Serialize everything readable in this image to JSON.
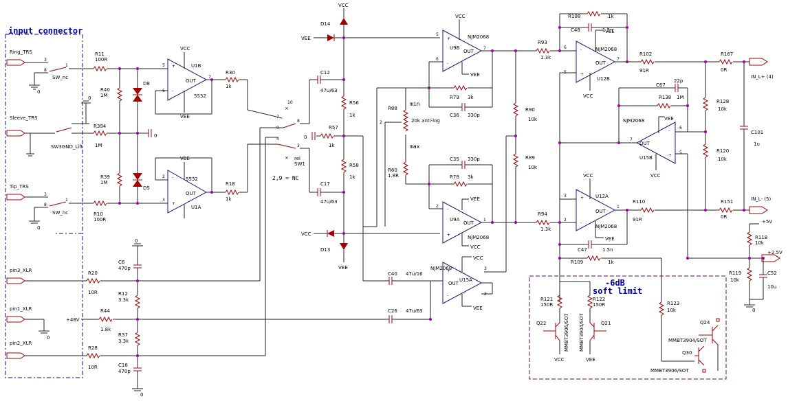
{
  "blocks": {
    "input_connector": "input connector",
    "soft_limit_1": "-6dB",
    "soft_limit_2": "soft limit"
  },
  "connectors": {
    "ring_trs": "Ring_TRS",
    "sleeve_trs": "Sleeve_TRS",
    "tip_trs": "Tip_TRS",
    "pin3_xlr": "pin3_XLR",
    "pin1_xlr": "pin1_XLR",
    "pin2_xlr": "pin2_XLR",
    "in_l_plus": "IN_L+ (4)",
    "in_l_minus": "IN_L- (5)"
  },
  "rails": {
    "vcc": "VCC",
    "vee": "VEE",
    "p48v": "+48V",
    "p5v": "+5V",
    "p2v5": "+2.5V",
    "zero": "0"
  },
  "switches": {
    "sw_nc": "SW_nc",
    "sw3_gnd_lift": "SW3GND_Lift",
    "rel_sw1_a": "rel",
    "rel_sw1_b": "SW1",
    "nc_note": "2,9 = NC",
    "pin10": "10",
    "pin7": "7",
    "pin8": "8",
    "pin9": "9",
    "pin4": "4",
    "pin3": "3"
  },
  "opamps": {
    "u1b": "U1B",
    "u1b_type": "5532",
    "u1a": "U1A",
    "u1a_type": "5532",
    "u9b": "U9B",
    "u9b_type": "NJM2068",
    "u9a": "U9A",
    "u9a_type": "NJM2068",
    "u15a": "U15A",
    "u15a_type": "NJM2068",
    "u12b": "U12B",
    "u12b_type": "NJM2068",
    "u12a": "U12A",
    "u12a_type": "NJM2068",
    "u15b": "U15B",
    "u15b_type": "NJM2068",
    "out": "OUT"
  },
  "resistors": {
    "r11": "R11",
    "r11_v": "100R",
    "r40": "R40",
    "r40_v": "1M",
    "r394": "R394",
    "r394_v": "1M",
    "r39": "R39",
    "r39_v": "1M",
    "r10": "R10",
    "r10_v": "100R",
    "r30": "R30",
    "r30_v": "1k",
    "r18": "R18",
    "r18_v": "1k",
    "r56": "R56",
    "r56_v": "1k",
    "r57": "R57",
    "r57_v": "1k",
    "r58": "R58",
    "r58_v": "1k",
    "r88": "R88",
    "r88_v": "20k anti-log",
    "r60": "R60",
    "r60_v": "1.8R",
    "r79": "R79",
    "r79_v": "3k",
    "r78": "R78",
    "r78_v": "3k",
    "r93": "R93",
    "r93_v": "1.3k",
    "r94": "R94",
    "r94_v": "1.3k",
    "r90": "R90",
    "r90_v": "10k",
    "r89": "R89",
    "r89_v": "10k",
    "r108": "R108",
    "r108_v": "1k",
    "r102": "R102",
    "r102_v": "91R",
    "r167": "R167",
    "r167_v": "0R",
    "r138": "R138",
    "r138_v": "1M",
    "r128": "R128",
    "r128_v": "10k",
    "r120": "R120",
    "r120_v": "10k",
    "r110": "R110",
    "r110_v": "91R",
    "r151": "R151",
    "r151_v": "0R",
    "r109": "R109",
    "r109_v": "1k",
    "r118": "R118",
    "r118_v": "10k",
    "r119": "R119",
    "r119_v": "10k",
    "r20": "R20",
    "r20_v": "10R",
    "r12": "R12",
    "r12_v": "3.3k",
    "r44": "R44",
    "r44_v": "1.8k",
    "r37": "R37",
    "r37_v": "3.3k",
    "r28": "R28",
    "r28_v": "10R",
    "r121": "R121",
    "r121_v": "150R",
    "r122": "R122",
    "r122_v": "150R",
    "r123": "R123",
    "r123_v": "10k"
  },
  "capacitors": {
    "c12": "C12",
    "c12_v": "47u/63",
    "c17": "C17",
    "c17_v": "47u/63",
    "c36": "C36",
    "c36_v": "330p",
    "c35": "C35",
    "c35_v": "330p",
    "c40": "C40",
    "c40_v": "47u/16",
    "c26": "C26",
    "c26_v": "47u/63",
    "c48": "C48",
    "c48_v": "1.5n",
    "c47": "C47",
    "c47_v": "1.5n",
    "c67": "C67",
    "c67_v": "22p",
    "c101": "C101",
    "c101_v": "1u",
    "c52": "C52",
    "c52_v": "10u",
    "c6": "C6",
    "c6_v": "470p",
    "c16": "C16",
    "c16_v": "470p"
  },
  "diodes": {
    "d8": "D8",
    "d5": "D5",
    "d14": "D14",
    "d13": "D13"
  },
  "transistors": {
    "q22": "Q22",
    "q22_v": "MMBT3906/SOT",
    "q21": "Q21",
    "q21_v": "MMBT3904/SOT",
    "q24": "Q24",
    "q24_v": "MMBT3904/SOT",
    "q30": "Q30",
    "q30_v": "MMBT3906/SOT"
  },
  "pot": {
    "min": "min",
    "max": "max"
  }
}
